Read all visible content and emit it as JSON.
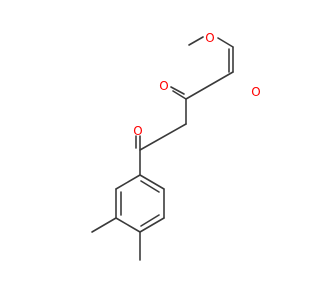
{
  "molecule": {
    "atom_labels": {
      "ester_oxygen": "O",
      "ester_carbonyl_oxygen": "O",
      "alpha_keto_oxygen": "O",
      "aryl_ketone_oxygen": "O"
    },
    "colors": {
      "bond": "#3a3a3a",
      "oxygen": "#ff0000",
      "background": "#ffffff"
    }
  }
}
